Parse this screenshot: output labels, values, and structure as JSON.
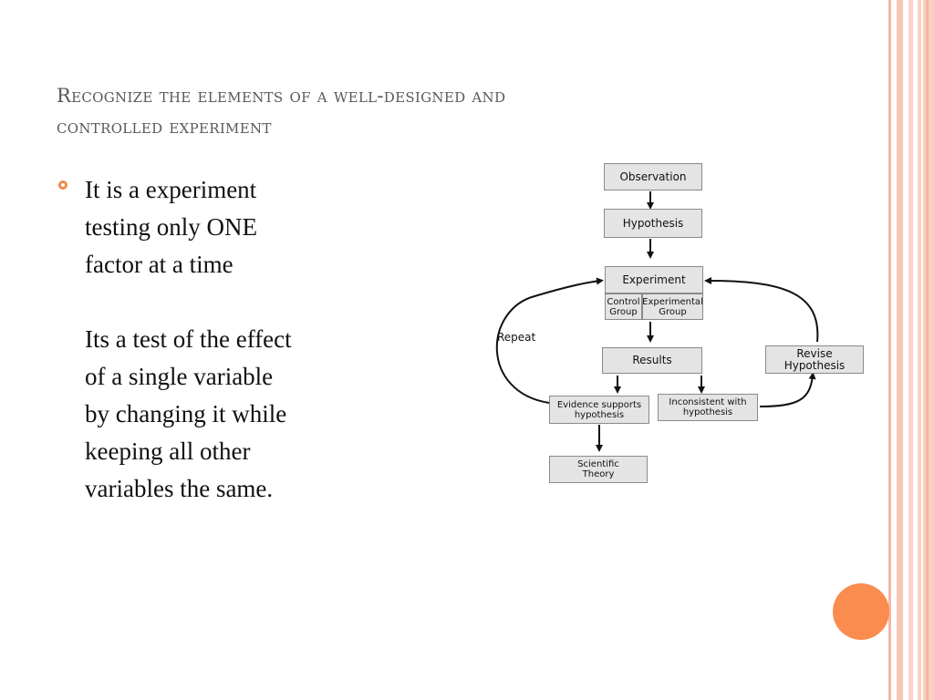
{
  "slide": {
    "title_lines": [
      "Recognize the elements of a well-designed and",
      "controlled experiment"
    ],
    "paragraph1_lines": [
      "It is a experiment",
      "testing only ONE",
      "factor at a time"
    ],
    "paragraph2_lines": [
      "Its a test of the effect",
      "of a single variable",
      "by changing it while",
      "keeping all other",
      "variables the same."
    ],
    "accent_color": "#fa8c4f"
  },
  "diagram": {
    "observation": "Observation",
    "hypothesis": "Hypothesis",
    "experiment": "Experiment",
    "control_group": [
      "Control",
      "Group"
    ],
    "experimental_group": [
      "Experimental",
      "Group"
    ],
    "results": "Results",
    "evidence_supports": [
      "Evidence supports",
      "hypothesis"
    ],
    "inconsistent": [
      "Inconsistent with",
      "hypothesis"
    ],
    "scientific_theory": [
      "Scientific",
      "Theory"
    ],
    "revise_hypothesis": [
      "Revise",
      "Hypothesis"
    ],
    "repeat_label": "Repeat"
  }
}
